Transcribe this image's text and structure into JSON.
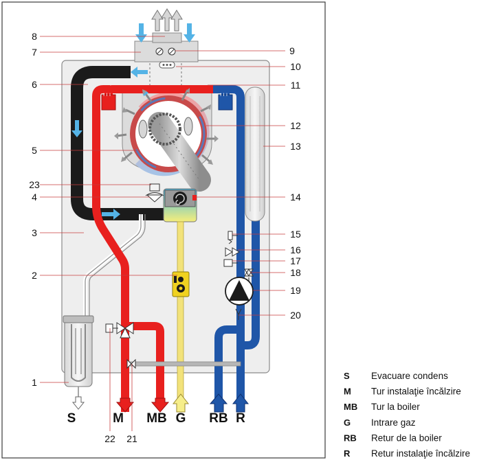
{
  "callouts": [
    {
      "id": "1"
    },
    {
      "id": "2"
    },
    {
      "id": "3"
    },
    {
      "id": "4"
    },
    {
      "id": "5"
    },
    {
      "id": "6"
    },
    {
      "id": "7"
    },
    {
      "id": "8"
    },
    {
      "id": "9"
    },
    {
      "id": "10"
    },
    {
      "id": "11"
    },
    {
      "id": "12"
    },
    {
      "id": "13"
    },
    {
      "id": "14"
    },
    {
      "id": "15"
    },
    {
      "id": "16"
    },
    {
      "id": "17"
    },
    {
      "id": "18"
    },
    {
      "id": "19"
    },
    {
      "id": "20"
    },
    {
      "id": "21"
    },
    {
      "id": "22"
    },
    {
      "id": "23"
    }
  ],
  "ports": [
    "S",
    "M",
    "MB",
    "G",
    "RB",
    "R"
  ],
  "legend": [
    {
      "key": "S",
      "label": "Evacuare condens"
    },
    {
      "key": "M",
      "label": "Tur instalaţie încălzire"
    },
    {
      "key": "MB",
      "label": "Tur la boiler"
    },
    {
      "key": "G",
      "label": "Intrare gaz"
    },
    {
      "key": "RB",
      "label": "Retur de la boiler"
    },
    {
      "key": "R",
      "label": "Retur instalaţie încălzire"
    }
  ],
  "colors": {
    "flow_hot": "#e8201e",
    "flow_return": "#1f56a8",
    "gas": "#f2e27a",
    "flue": "#1b1b1b",
    "air": "#54b3e6",
    "casing": "#eeeeee"
  }
}
